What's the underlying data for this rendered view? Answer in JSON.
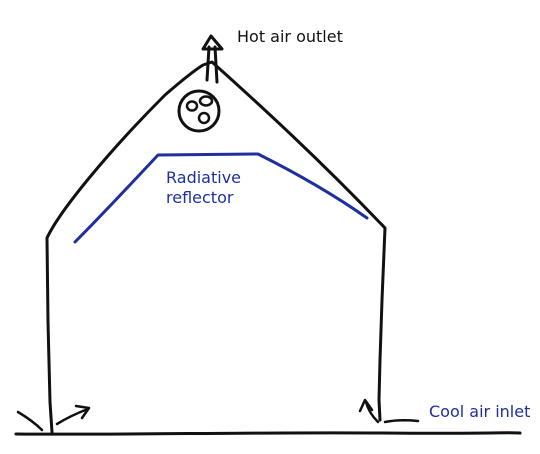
{
  "labels": {
    "hot_air_outlet": "Hot air outlet",
    "reflector_line1": "Radiative",
    "reflector_line2": "reflector",
    "cool_air_inlet": "Cool air inlet"
  },
  "colors": {
    "ink": "#111111",
    "reflector": "#1f2f9e",
    "inlet_label": "#1f2f9e",
    "background": "#ffffff"
  },
  "icons": {
    "fan": "fan-icon",
    "outlet_arrow": "arrow-up-icon",
    "inlet_arrow_left": "arrow-in-left-icon",
    "inlet_arrow_right": "arrow-in-right-icon"
  }
}
